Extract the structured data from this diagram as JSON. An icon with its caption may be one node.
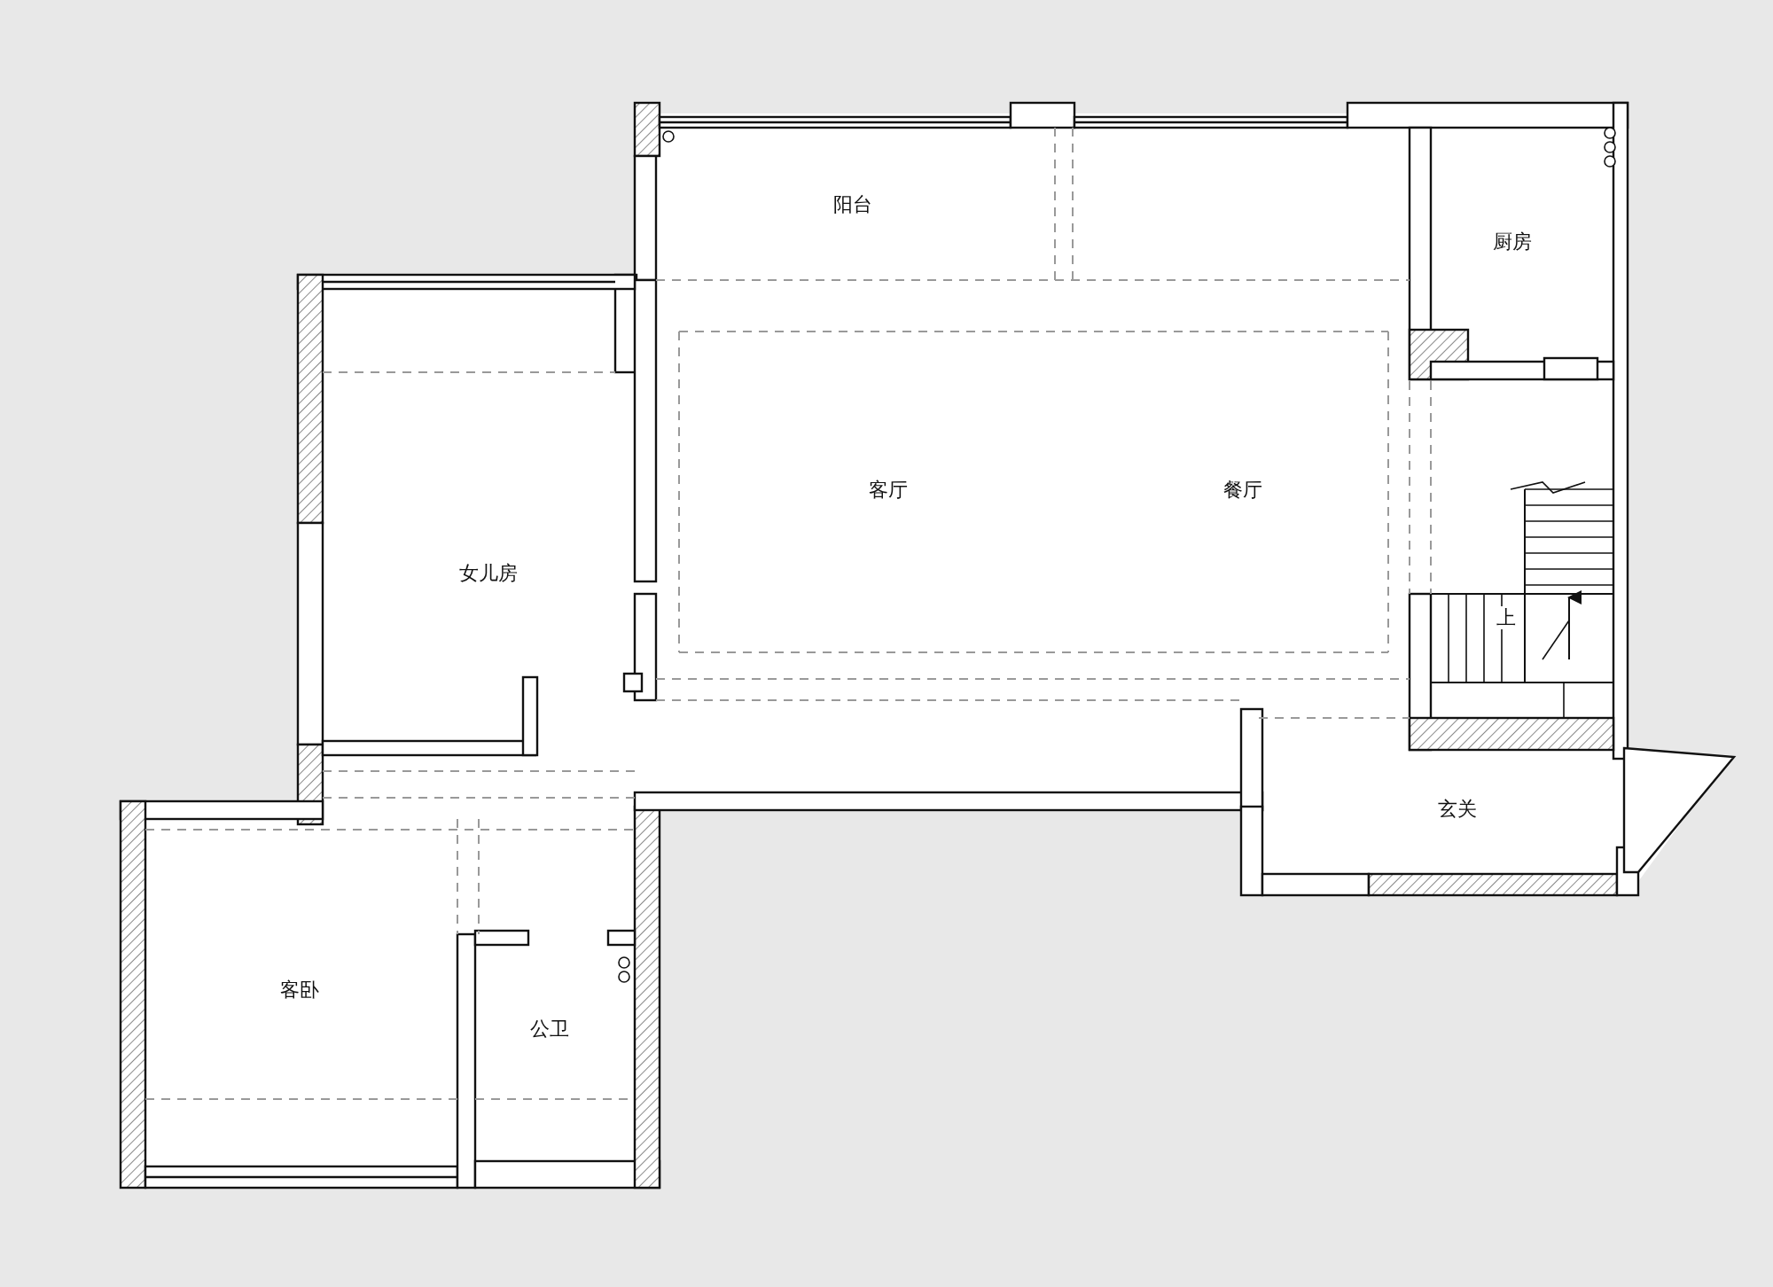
{
  "diagram": {
    "labels": [
      "阳台",
      "厨房",
      "客厅",
      "餐厅",
      "女儿房",
      "上",
      "玄关",
      "客卧",
      "公卫"
    ]
  }
}
